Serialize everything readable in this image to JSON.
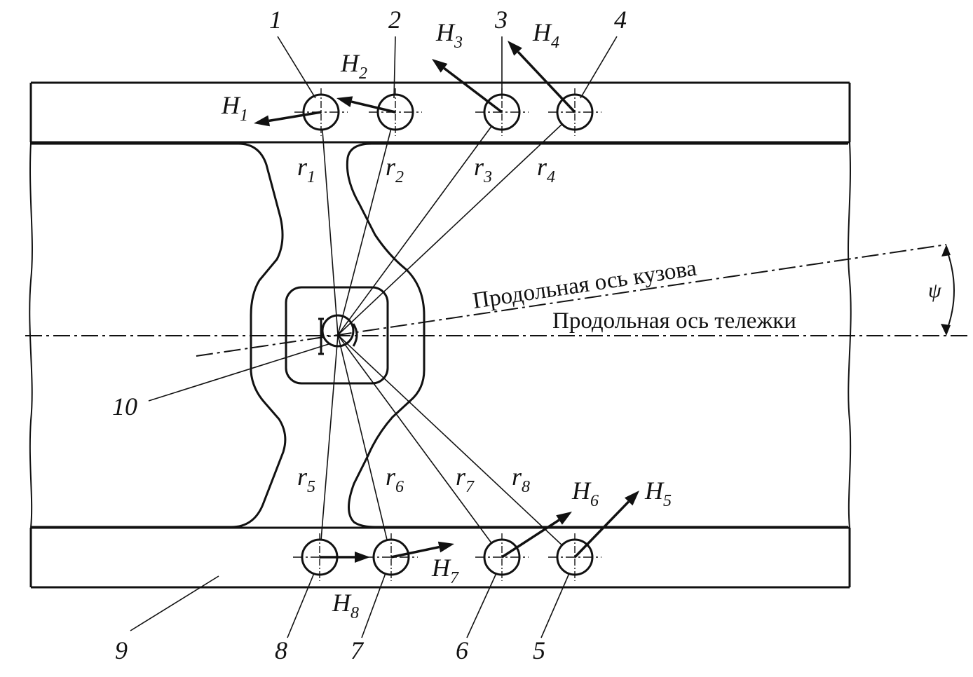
{
  "diagram": {
    "axes": {
      "body_axis_label": "Продольная ось кузова",
      "bogie_axis_label": "Продольная ось тележки",
      "angle_symbol": "ψ"
    },
    "bolts": [
      {
        "number": "1",
        "force": {
          "letter": "H",
          "index": "1"
        },
        "radius": {
          "letter": "r",
          "index": "1"
        }
      },
      {
        "number": "2",
        "force": {
          "letter": "H",
          "index": "2"
        },
        "radius": {
          "letter": "r",
          "index": "2"
        }
      },
      {
        "number": "3",
        "force": {
          "letter": "H",
          "index": "3"
        },
        "radius": {
          "letter": "r",
          "index": "3"
        }
      },
      {
        "number": "4",
        "force": {
          "letter": "H",
          "index": "4"
        },
        "radius": {
          "letter": "r",
          "index": "4"
        }
      },
      {
        "number": "5",
        "force": {
          "letter": "H",
          "index": "5"
        },
        "radius": {
          "letter": "r",
          "index": "5"
        }
      },
      {
        "number": "6",
        "force": {
          "letter": "H",
          "index": "6"
        },
        "radius": {
          "letter": "r",
          "index": "6"
        }
      },
      {
        "number": "7",
        "force": {
          "letter": "H",
          "index": "7"
        },
        "radius": {
          "letter": "r",
          "index": "7"
        }
      },
      {
        "number": "8",
        "force": {
          "letter": "H",
          "index": "8"
        },
        "radius": {
          "letter": "r",
          "index": "8"
        }
      }
    ],
    "callouts": {
      "frame": "9",
      "pivot": "10"
    }
  }
}
